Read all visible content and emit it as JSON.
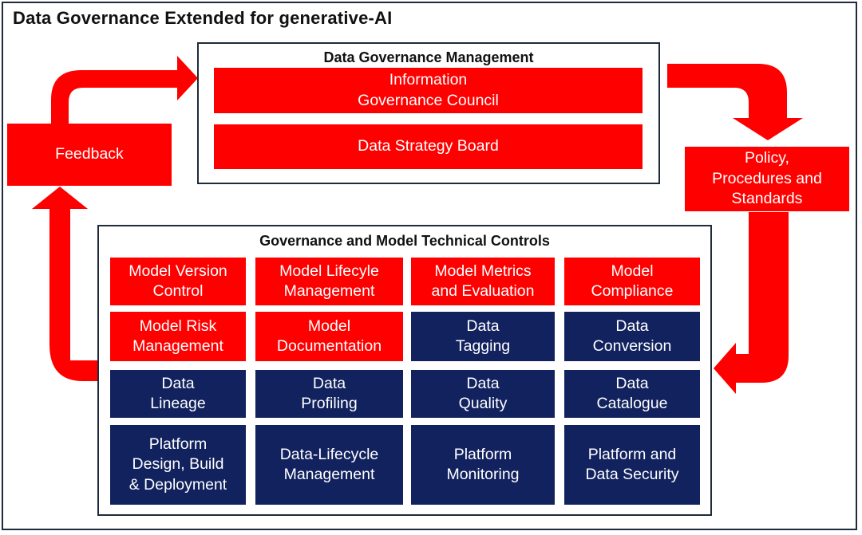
{
  "title": "Data Governance Extended for generative-AI",
  "colors": {
    "red": "#ff0000",
    "navy": "#12225e",
    "border": "#1f2a3a"
  },
  "management": {
    "title": "Data Governance Management",
    "council": "Information\nGovernance Council",
    "board": "Data Strategy Board"
  },
  "feedback": "Feedback",
  "policy": "Policy,\nProcedures and\nStandards",
  "controls": {
    "title": "Governance and Model Technical Controls",
    "cells": [
      "Model Version\nControl",
      "Model Lifecyle\nManagement",
      "Model Metrics\nand Evaluation",
      "Model\nCompliance",
      "Model Risk\nManagement",
      "Model\nDocumentation",
      "Data\nTagging",
      "Data\nConversion",
      "Data\nLineage",
      "Data\nProfiling",
      "Data\nQuality",
      "Data\nCatalogue",
      "Platform\nDesign, Build\n& Deployment",
      "Data-Lifecycle\nManagement",
      "Platform\nMonitoring",
      "Platform and\nData Security"
    ]
  }
}
